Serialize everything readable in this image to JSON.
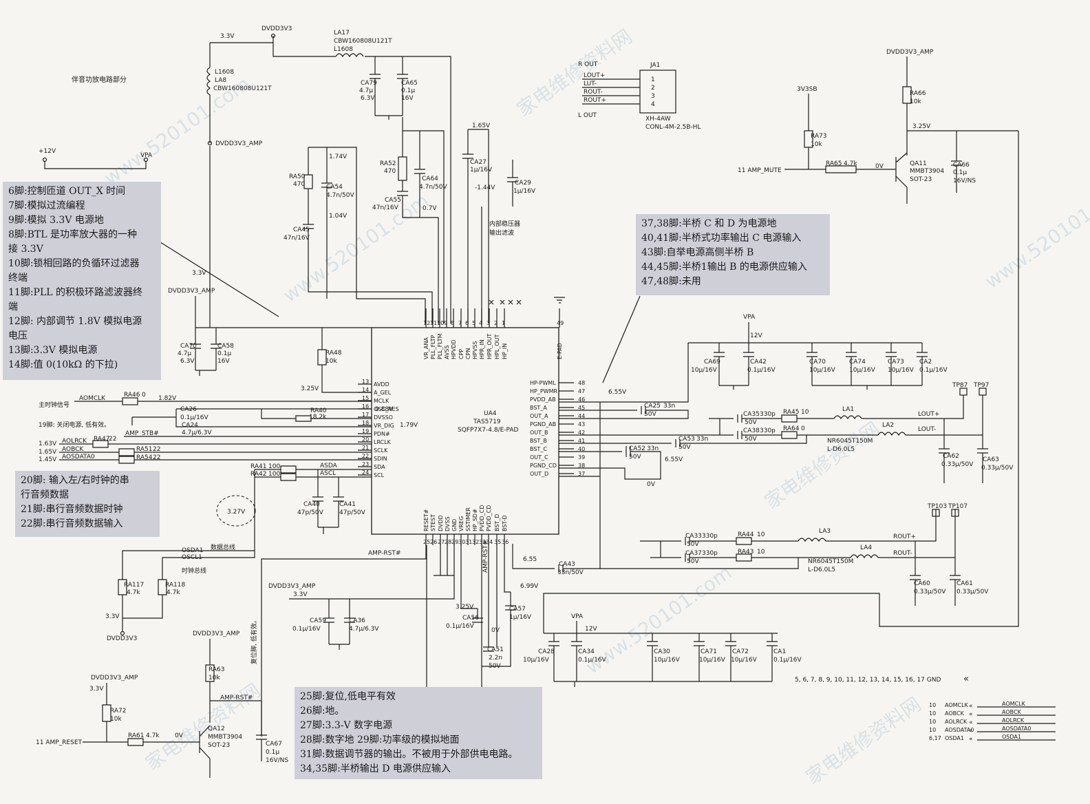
{
  "watermarks": [
    "家电维修资料网",
    "www.520101.com"
  ],
  "section_title": "伴音功放电路部分",
  "notes": {
    "left_top": [
      "6脚:控制匝道 OUT_X 时间",
      "7脚:模拟过流编程",
      "9脚:模拟 3.3V 电源地",
      "8脚:BTL 是功率放大器的一种",
      "接 3.3V",
      "10脚:锁相回路的负循环过滤器",
      "终端",
      "11脚:PLL 的积极环路滤波器终",
      "端",
      "12脚: 内部调节 1.8V 模拟电源",
      "电压",
      "13脚:3.3V 模拟电源",
      "14脚:值 0(10kΩ 的下拉)"
    ],
    "left_mid": [
      "20脚: 输入左/右时钟的串",
      "行音频数据",
      "21脚:串行音频数据时钟",
      "22脚:串行音频数据输入"
    ],
    "right_top": [
      "37,38脚:半桥 C 和 D 为电源地",
      "40,41脚:半桥式功率输出 C 电源输入",
      "43脚:自举电源高侧半桥 B",
      "44,45脚:半桥1输出 B 的电源供应输入",
      "47,48脚:未用"
    ],
    "bottom": [
      "25脚:复位,低电平有效",
      "26脚:地。",
      "27脚:3.3-V 数字电源",
      "28脚:数字地    29脚:功率级的模拟地面",
      "31脚:数据调节器的输出。不被用于外部供电电路。",
      "34,35脚:半桥输出 D 电源供应输入"
    ]
  },
  "ic": {
    "ref": "UA4",
    "part": "TAS5719",
    "package": "SQFP7X7-4.8/E-PAD",
    "top_pins": [
      {
        "num": "12",
        "name": "VR_ANA"
      },
      {
        "num": "11",
        "name": "PLL_FLTP"
      },
      {
        "num": "10",
        "name": "PLL_FLTM"
      },
      {
        "num": "9",
        "name": "AVSS"
      },
      {
        "num": "8",
        "name": "HPVDD"
      },
      {
        "num": "7",
        "name": "CPP"
      },
      {
        "num": "6",
        "name": "CPN"
      },
      {
        "num": "5",
        "name": "HPVSS"
      },
      {
        "num": "4",
        "name": "HPR_IN"
      },
      {
        "num": "3",
        "name": "HPR_OUT"
      },
      {
        "num": "2",
        "name": "HPL_OUT"
      },
      {
        "num": "1",
        "name": "HP_IN"
      },
      {
        "num": "49",
        "name": "E-PAD"
      }
    ],
    "left_pins": [
      {
        "num": "13",
        "name": "AVDD"
      },
      {
        "num": "14",
        "name": "A_GEL"
      },
      {
        "num": "15",
        "name": "MCLK"
      },
      {
        "num": "16",
        "name": "OSC_RES"
      },
      {
        "num": "17",
        "name": "DVSSO"
      },
      {
        "num": "18",
        "name": "VR_DIG"
      },
      {
        "num": "19",
        "name": "PDN#"
      },
      {
        "num": "20",
        "name": "LRCLK"
      },
      {
        "num": "21",
        "name": "SCLK"
      },
      {
        "num": "22",
        "name": "SDIN"
      },
      {
        "num": "23",
        "name": "SDA"
      },
      {
        "num": "24",
        "name": "SCL"
      }
    ],
    "right_pins": [
      {
        "num": "48",
        "name": "HP-PWML"
      },
      {
        "num": "47",
        "name": "HP_PWMR"
      },
      {
        "num": "46",
        "name": "PVDD_AB"
      },
      {
        "num": "45",
        "name": "BST_A"
      },
      {
        "num": "44",
        "name": "OUT_A"
      },
      {
        "num": "43",
        "name": "PGND_AB"
      },
      {
        "num": "42",
        "name": "OUT_B"
      },
      {
        "num": "41",
        "name": "BST_B"
      },
      {
        "num": "40",
        "name": "BST_C"
      },
      {
        "num": "39",
        "name": "OUT_C"
      },
      {
        "num": "38",
        "name": "PGND_CD"
      },
      {
        "num": "37",
        "name": "OUT_D"
      }
    ],
    "bottom_pins": [
      {
        "num": "25",
        "name": "RESET#"
      },
      {
        "num": "26",
        "name": "STEST"
      },
      {
        "num": "27",
        "name": "DVDD"
      },
      {
        "num": "28",
        "name": "DVSS"
      },
      {
        "num": "29",
        "name": "GND"
      },
      {
        "num": "30",
        "name": "VREG"
      },
      {
        "num": "31",
        "name": "SSTIMER"
      },
      {
        "num": "32",
        "name": "HP_SD#"
      },
      {
        "num": "33",
        "name": "PVDD_CD"
      },
      {
        "num": "34",
        "name": "PVDD_CD"
      },
      {
        "num": "35",
        "name": "BST_D"
      },
      {
        "num": "36",
        "name": "BST-D"
      }
    ]
  },
  "power_labels": {
    "v33": "3.3V",
    "dvdd3v3": "DVDD3V3",
    "dvdd3v3_amp": "DVDD3V3_AMP",
    "v12": "+12V",
    "vpa": "VPA",
    "v12b": "12V",
    "v325": "3.25V",
    "v3v3sb": "3V3SB"
  },
  "components": {
    "la17": "LA17",
    "la17_part": "CBW160808U121T",
    "l1608": "L1608",
    "la8": "LA8",
    "la8_part": "CBW160808U121T",
    "ca79": "CA79",
    "ca79_v": "4.7μ",
    "ca79_r": "6.3V",
    "ca65": "CA65",
    "ca65_v": "0.1μ",
    "ca65_r": "16V",
    "ra52": "RA52",
    "ra52_v": "470",
    "ca55": "CA55",
    "ca55_v": "47n/16V",
    "ca64": "CA64",
    "ca64_v": "4.7n/50V",
    "ca27": "CA27",
    "ca27_v": "1μ/16V",
    "ca29": "CA29",
    "ca29_v": "1μ/16V",
    "ra50": "RA50",
    "ra50_v": "470",
    "ca54": "CA54",
    "ca54_v": "4.7n/50V",
    "ca45": "CA45",
    "ca45_v": "47n/16V",
    "ca70": "CA70",
    "ca70_v": "4.7μ",
    "ca70_r": "6.3V",
    "ca58": "CA58",
    "ca58_v": "0.1μ",
    "ca58_r": "16V",
    "ra48": "RA48",
    "ra48_v": "10k",
    "ra46": "RA46",
    "ra46_v": "0",
    "ca26": "CA26",
    "ca26_v": "0.1μ/16V",
    "ra40": "RA40",
    "ra40_v": "18.2k",
    "ca24": "CA24",
    "ca24_v": "4.7μ/6.3V",
    "ra47": "RA47",
    "ra47_v": "22",
    "ra51": "RA51",
    "ra51_v": "22",
    "ra54": "RA54",
    "ra54_v": "22",
    "ra41": "RA41",
    "ra41_v": "100",
    "ra42": "RA42",
    "ra42_v": "100",
    "ca40": "CA40",
    "ca40_v": "47p/50V",
    "ca41": "CA41",
    "ca41_v": "47p/50V",
    "ra117": "RA117",
    "ra117_v": "4.7k",
    "ra118": "RA118",
    "ra118_v": "4.7k",
    "ca59": "CA59",
    "ca59_v": "0.1μ/16V",
    "ca36": "CA36",
    "ca36_v": "4.7μ/6.3V",
    "ca56": "CA56",
    "ca56_v": "0.1μ/16V",
    "ca57": "CA57",
    "ca57_v": "1μ/16V",
    "ca51": "CA51",
    "ca51_v": "2.2n",
    "ca51_r": "50V",
    "ca43": "CA43",
    "ca43_v": "33n/50V",
    "ra63": "RA63",
    "ra63_v": "10k",
    "ra72": "RA72",
    "ra72_v": "10k",
    "ra61": "RA61",
    "ra61_v": "4.7k",
    "qa12": "QA12",
    "qa12_part": "MMBT3904",
    "qa12_pkg": "SOT-23",
    "ca67": "CA67",
    "ca67_v": "0.1μ",
    "ca67_r": "16V/NS",
    "ca28": "CA28",
    "ca28_v": "10μ/16V",
    "ca34": "CA34",
    "ca34_v": "0.1μ/16V",
    "ca30": "CA30",
    "ca30_v": "10μ/16V",
    "ca71": "CA71",
    "ca71_v": "10μ/16V",
    "ca72": "CA72",
    "ca72_v": "10μ/16V",
    "ca1": "CA1",
    "ca1_v": "0.1μ/16V",
    "ja1": "JA1",
    "ja1_part": "XH-4AW",
    "ja1_pkg": "CONL-4M-2.5B-HL",
    "ra73": "RA73",
    "ra73_v": "10k",
    "ra65": "RA65",
    "ra65_v": "4.7k",
    "ra66": "RA66",
    "ra66_v": "10k",
    "qa11": "QA11",
    "qa11_part": "MMBT3904",
    "qa11_pkg": "SOT-23",
    "ca66": "CA66",
    "ca66_v": "0.1μ",
    "ca66_r": "16V/NS",
    "ca69": "CA69",
    "ca69_v": "10μ/16V",
    "ca42": "CA42",
    "ca42_v": "0.1μ/16V",
    "ca70b": "CA70",
    "ca70b_v": "10μ/16V",
    "ca74": "CA74",
    "ca74_v": "10μ/16V",
    "ca73": "CA73",
    "ca73_v": "10μ/16V",
    "ca2": "CA2",
    "ca2_v": "0.1μ/16V",
    "ca25": "CA25",
    "ca25_v": "33n",
    "ca25_r": "50V",
    "ca35": "CA35",
    "ca35_v": "330p",
    "ca35_r": "50V",
    "ra45": "RA45",
    "ra45_v": "10",
    "la1": "LA1",
    "ca38": "CA38",
    "ca38_v": "330p",
    "ca38_r": "50V",
    "ra64": "RA64",
    "ra64_v": "0",
    "la2": "LA2",
    "la2_part": "NR6045T150M",
    "la2_pkg": "L-D6.0L5",
    "ca53": "CA53",
    "ca53_v": "33n",
    "ca53_r": "50V",
    "ca52": "CA52",
    "ca52_v": "33n",
    "ca52_r": "50V",
    "ca62": "CA62",
    "ca62_v": "0.33μ/50V",
    "ca63": "CA63",
    "ca63_v": "0.33μ/50V",
    "ca33": "CA33",
    "ca33_v": "330p",
    "ca33_r": "50V",
    "ra44": "RA44",
    "ra44_v": "10",
    "la3": "LA3",
    "ca37": "CA37",
    "ca37_v": "330p",
    "ca37_r": "50V",
    "ra43": "RA43",
    "ra43_v": "10",
    "la4": "LA4",
    "la4_part": "NR6045T150M",
    "la4_pkg": "L-D6.0L5",
    "ca60": "CA60",
    "ca60_v": "0.33μ/50V",
    "ca61": "CA61",
    "ca61_v": "0.33μ/50V",
    "tp87": "TP87",
    "tp97": "TP97",
    "tp103": "TP103",
    "tp107": "TP107"
  },
  "nets": {
    "r_out": "R OUT",
    "l_out": "L OUT",
    "lout_p": "LOUT+",
    "lout_m": "LUT-",
    "rout_m": "ROUT-",
    "rout_p": "ROUT+",
    "lout_p2": "LOUT+",
    "lout_m2": "LOUT-",
    "rout_p2": "ROUT+",
    "rout_m2": "ROUT-",
    "amp_mute": "11 AMP_MUTE",
    "amp_reset": "11 AMP_RESET",
    "amp_rst": "AMP-RST#",
    "amp_rst2": "AMP-RST#",
    "amp_rst3": "AMP-RST#",
    "aomclk": "AOMCLK",
    "aolrck": "AOLRCK",
    "aobck": "AOBCK",
    "aosdatao": "AOSDATA0",
    "asda": "ASDA",
    "ascl": "ASCL",
    "osda1": "OSDA1",
    "oscl1": "OSCL1",
    "amp_stb": "AMP_STB#",
    "main_clock": "主时钟信号",
    "pin19_note": "19脚: 关闭电源, 低有效。",
    "data_bus": "数据总线",
    "clock_bus": "时钟总线",
    "reset_note": "复位脚, 低有效。",
    "internal_reg": "内部稳压器",
    "output_filter": "输出滤波",
    "gnd_list": "5, 6, 7, 8, 9, 10, 11, 12, 13, 14, 15, 16, 17 GND"
  },
  "voltages": {
    "v165": "1.65V",
    "v174": "1.74V",
    "v104": "1.04V",
    "vm144": "-1.44V",
    "v07": "0.7V",
    "v182": "1.82V",
    "v088": "0.88V",
    "v179": "1.79V",
    "v163": "1.63V",
    "v165b": "1.65V",
    "v145": "1.45V",
    "v327": "3.27V",
    "v325b": "3.25V",
    "v655": "6.55V",
    "v655b": "6.55V",
    "v655c": "6.55",
    "v0": "0V",
    "v0b": "0V",
    "v0c": "0V",
    "v0d": "0V",
    "v699": "6.99V",
    "v325c": "3.25V",
    "v325d": "3.25V",
    "v33b": "3.3V",
    "v33c": "3.3V",
    "v33d": "3.3V",
    "v33e": "3.3V"
  },
  "connector_pins": [
    "1",
    "2",
    "3",
    "4"
  ],
  "bus_table": [
    {
      "pin": "10",
      "name": "AOMCLK"
    },
    {
      "pin": "10",
      "name": "AOBCK"
    },
    {
      "pin": "10",
      "name": "AOLRCK"
    },
    {
      "pin": "10",
      "name": "AOSDATA0"
    },
    {
      "pin": "6,17",
      "name": "OSDA1"
    }
  ]
}
